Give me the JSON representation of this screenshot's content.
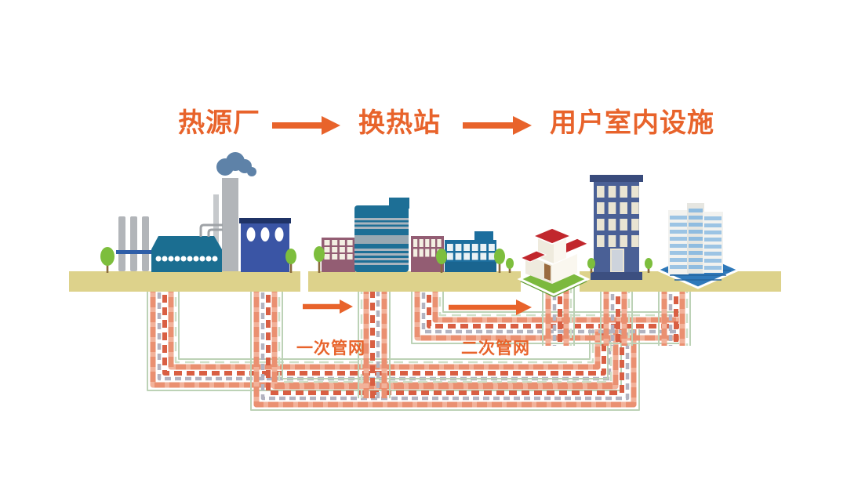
{
  "diagram": {
    "flow_steps": [
      {
        "label": "热源厂"
      },
      {
        "label": "换热站"
      },
      {
        "label": "用户室内设施"
      }
    ],
    "pipe_labels": {
      "primary": "一次管网",
      "secondary": "二次管网"
    }
  },
  "colors": {
    "accent-orange": "#e8632b",
    "ground-tan": "#ddd28b",
    "factory-teal": "#1b6e91",
    "navy-blue": "#3a55a5",
    "chimney-gray": "#b2b5b9",
    "smoke-slate": "#5e82a8",
    "mauve": "#935d73",
    "station-teal": "#1d6f96",
    "stripe-gray": "#a9b4be",
    "blue-building": "#1c6e9e",
    "apartment-slate": "#4a6096",
    "window-cream": "#ece7d6",
    "roof-red": "#c1272d",
    "lawn-green": "#7cb93e",
    "tree-green": "#7dbe3d",
    "office-platform-blue": "#2f79ba",
    "pipe-salmon": "#f2b29a",
    "pipe-salmon-dark": "#ea9071",
    "pipe-red": "#d95f43",
    "pipe-gray": "#b3b3c0",
    "pipe-green": "#bcd2b6",
    "pipe-green-dash": "#cfe0c8"
  }
}
